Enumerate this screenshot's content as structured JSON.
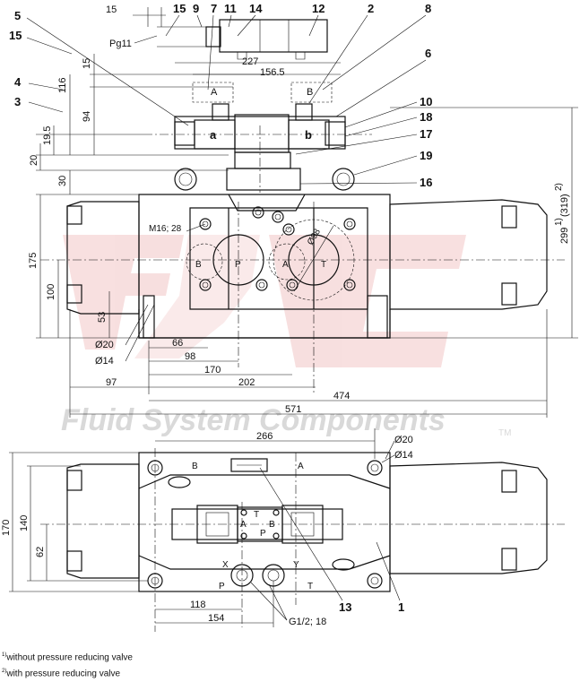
{
  "callouts": {
    "c15a": "15",
    "c9": "9",
    "c7": "7",
    "c11": "11",
    "c14": "14",
    "c12": "12",
    "c2": "2",
    "c8": "8",
    "c5": "5",
    "c15b": "15",
    "c4": "4",
    "c3": "3",
    "c6": "6",
    "c10": "10",
    "c18": "18",
    "c17": "17",
    "c19": "19",
    "c16": "16",
    "c13": "13",
    "c1": "1"
  },
  "top_view": {
    "dim_15": "15",
    "pg11": "Pg11",
    "dim_227": "227",
    "dim_156_5": "156.5",
    "dim_15_v": "15",
    "dim_116": "116",
    "dim_94": "94",
    "dim_19_5": "19.5",
    "dim_20": "20",
    "dim_30": "30",
    "dim_175": "175",
    "dim_100": "100",
    "dim_53": "53",
    "dim_299": "299",
    "dim_299_note": "1)",
    "dim_319": "(319)",
    "dim_319_note": "2)",
    "m16": "M16; 28",
    "d98": "Ø98",
    "d20": "Ø20",
    "d14": "Ø14",
    "dim_66": "66",
    "dim_98": "98",
    "dim_170": "170",
    "dim_97": "97",
    "dim_202": "202",
    "dim_474": "474",
    "dim_571": "571",
    "solenoid_a": "a",
    "solenoid_b": "b",
    "port_B": "B",
    "port_P": "P",
    "port_A": "A",
    "port_T": "T",
    "pilot_a": "A",
    "pilot_b": "B"
  },
  "bottom_view": {
    "dim_266": "266",
    "d20": "Ø20",
    "d14": "Ø14",
    "dim_170": "170",
    "dim_140": "140",
    "dim_62": "62",
    "dim_118": "118",
    "dim_154": "154",
    "g12": "G1/2; 18",
    "port_B": "B",
    "port_A": "A",
    "port_X": "X",
    "port_Y": "Y",
    "port_P": "P",
    "port_T": "T",
    "sym_T": "T",
    "sym_A": "A",
    "sym_B": "B",
    "sym_P": "P"
  },
  "watermark": {
    "brand": "Fluid System Components",
    "tm": "TM"
  },
  "footnotes": [
    {
      "mark": "1)",
      "text": "without pressure reducing valve"
    },
    {
      "mark": "2)",
      "text": "with pressure reducing valve"
    }
  ]
}
